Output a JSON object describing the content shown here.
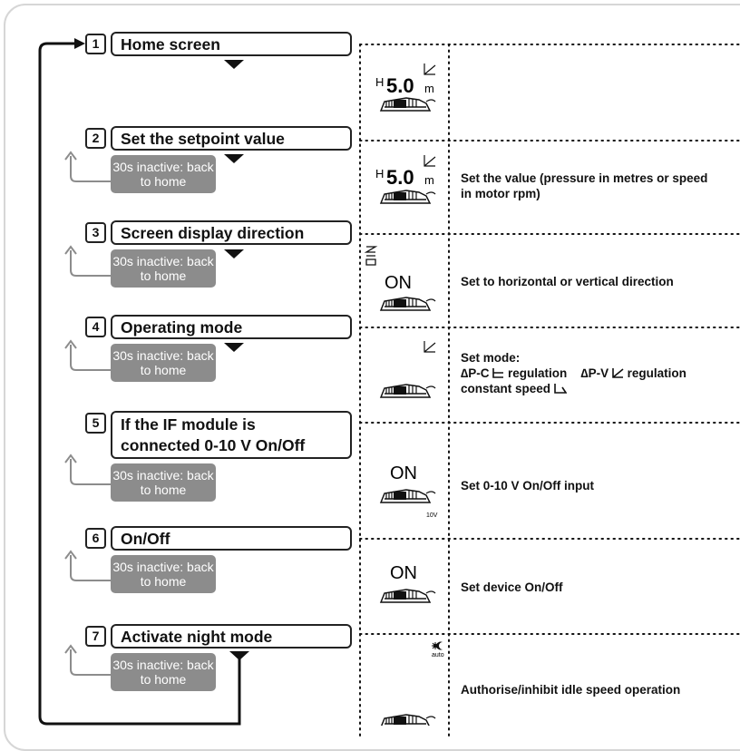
{
  "steps": [
    {
      "num": "1",
      "title": "Home screen",
      "description": ""
    },
    {
      "num": "2",
      "title": "Set the setpoint value",
      "inactive": "30s inactive: back to home",
      "description": "Set the value (pressure in metres or speed in motor rpm)"
    },
    {
      "num": "3",
      "title": "Screen display direction",
      "inactive": "30s inactive: back to home",
      "description": "Set to horizontal or vertical direction"
    },
    {
      "num": "4",
      "title": "Operating mode",
      "inactive": "30s inactive: back to home",
      "description_line1": "Set mode:",
      "description_line2a": "∆P-C",
      "description_line2b": "regulation",
      "description_line2c": "∆P-V",
      "description_line2d": "regulation",
      "description_line3a": "constant speed"
    },
    {
      "num": "5",
      "title_line1": "If the IF module is",
      "title_line2": "connected 0-10 V On/Off",
      "inactive": "30s inactive: back to home",
      "description": "Set 0-10 V On/Off input"
    },
    {
      "num": "6",
      "title": "On/Off",
      "inactive": "30s inactive: back to home",
      "description": "Set device On/Off"
    },
    {
      "num": "7",
      "title": "Activate night mode",
      "inactive": "30s inactive: back to home",
      "description": "Authorise/inhibit idle speed operation"
    }
  ],
  "lcd": {
    "h": "H",
    "value": "5.0",
    "unit": "m",
    "on": "ON",
    "v10": "10V",
    "auto": "auto"
  }
}
